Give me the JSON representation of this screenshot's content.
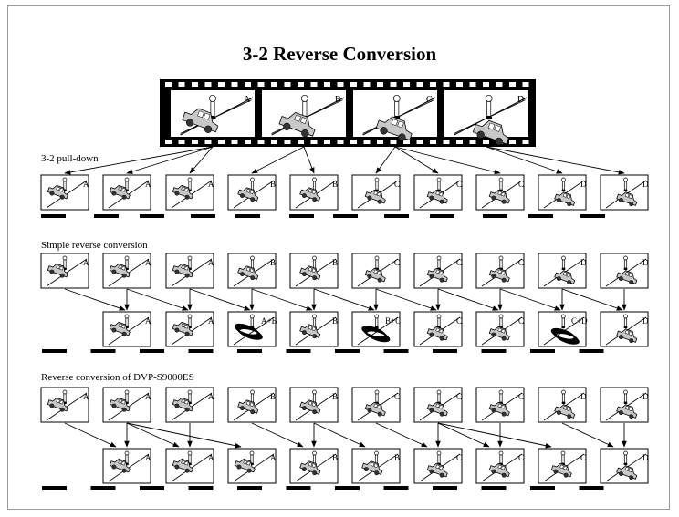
{
  "title": "3-2 Reverse Conversion",
  "film_frame_letters": [
    "A",
    "B",
    "C",
    "D"
  ],
  "sections": {
    "pulldown": {
      "label": "3-2 pull-down",
      "frames": [
        "A",
        "A",
        "A",
        "B",
        "B",
        "C",
        "C",
        "C",
        "D",
        "D"
      ]
    },
    "simple": {
      "label": "Simple reverse conversion",
      "top_frames": [
        "A",
        "A",
        "A",
        "B",
        "B",
        "C",
        "C",
        "C",
        "D",
        "D"
      ],
      "bottom_frames": [
        "A",
        "A",
        "A+B",
        "B",
        "B+C",
        "C",
        "C",
        "C+D",
        "D"
      ]
    },
    "dvp": {
      "label": "Reverse conversion of DVP-S9000ES",
      "top_frames": [
        "A",
        "A",
        "A",
        "B",
        "B",
        "C",
        "C",
        "C",
        "D",
        "D"
      ],
      "bottom_frames": [
        "A",
        "A",
        "A",
        "B",
        "B",
        "C",
        "C",
        "C",
        "D"
      ]
    }
  }
}
